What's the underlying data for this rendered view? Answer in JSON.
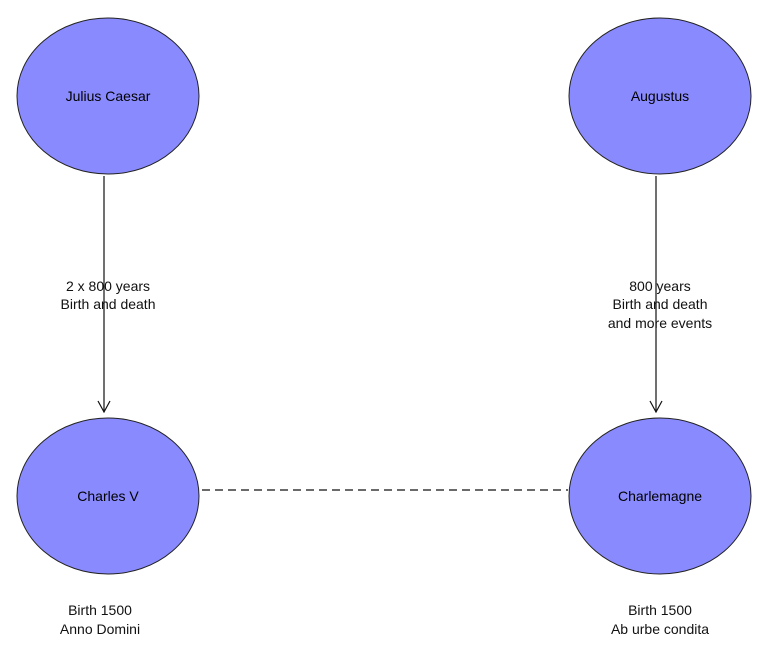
{
  "colors": {
    "node_fill": "#8a8aff",
    "node_stroke": "#222222",
    "edge": "#111111",
    "background": "#ffffff"
  },
  "nodes": {
    "julius_caesar": "Julius Caesar",
    "augustus": "Augustus",
    "charles_v": "Charles V",
    "charlemagne": "Charlemagne"
  },
  "edges": {
    "caesar_to_charles": {
      "line1": "2 x 800 years",
      "line2": "Birth and death"
    },
    "augustus_to_charlemagne": {
      "line1": "800 years",
      "line2": "Birth and death",
      "line3": "and more events"
    }
  },
  "captions": {
    "charles_v": {
      "line1": "Birth 1500",
      "line2": "Anno Domini"
    },
    "charlemagne": {
      "line1": "Birth 1500",
      "line2": "Ab urbe condita"
    }
  }
}
